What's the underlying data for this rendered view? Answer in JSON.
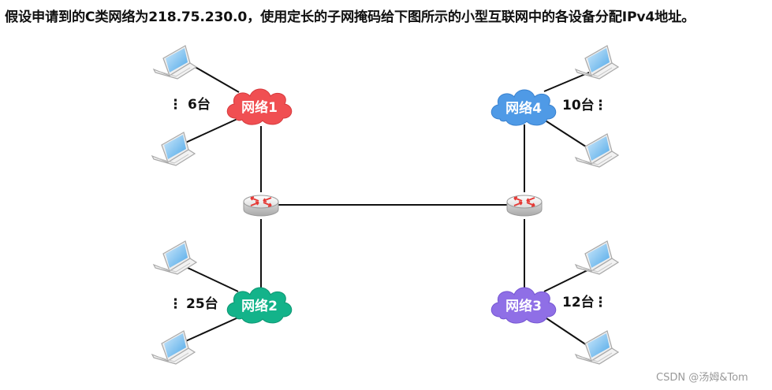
{
  "title": "假设申请到的C类网络为218.75.230.0，使用定长的子网掩码给下图所示的小型互联网中的各设备分配IPv4地址。",
  "networks": [
    {
      "label": "网络1",
      "host_count": "6台",
      "color": "#f04f52"
    },
    {
      "label": "网络2",
      "host_count": "25台",
      "color": "#13b38a"
    },
    {
      "label": "网络3",
      "host_count": "12台",
      "color": "#8f6fe6"
    },
    {
      "label": "网络4",
      "host_count": "10台",
      "color": "#4f9ae6"
    }
  ],
  "ellipsis": "⋮",
  "icons": {
    "host": "laptop-icon",
    "router": "router-icon",
    "network": "cloud-icon"
  },
  "watermark": "CSDN @汤姆&Tom"
}
